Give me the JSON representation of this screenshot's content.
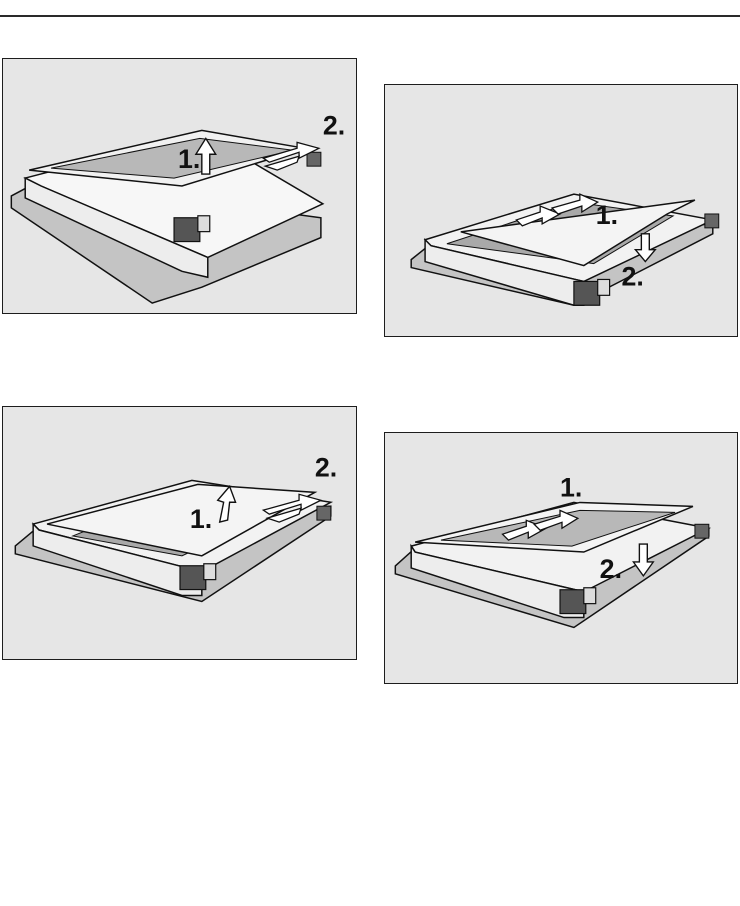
{
  "figures": [
    {
      "id": "fig-top-left",
      "step1": "1.",
      "step2": "2."
    },
    {
      "id": "fig-top-right",
      "step1": "1.",
      "step2": "2."
    },
    {
      "id": "fig-bottom-left",
      "step1": "1.",
      "step2": "2."
    },
    {
      "id": "fig-bottom-right",
      "step1": "1.",
      "step2": "2."
    }
  ],
  "colors": {
    "panel_background": "#e6e6e6",
    "border": "#1d1d1d",
    "door_surface": "#c4c4c4",
    "glass_pane": "#b8b8b8",
    "glass_light": "#f4f4f4"
  }
}
